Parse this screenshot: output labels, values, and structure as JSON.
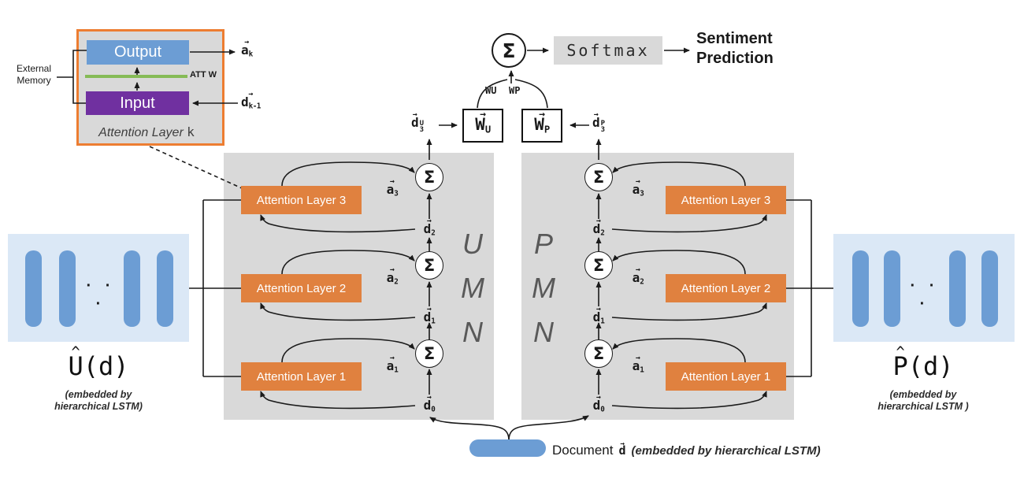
{
  "icons": {
    "sigma": "Σ",
    "vec_arrow": "→",
    "hat": "^",
    "dots": "· · ·"
  },
  "colors": {
    "panel_gray": "#d9d9d9",
    "attention_orange": "#e0813f",
    "memory_blue": "#6c9dd4",
    "input_purple": "#7030a0",
    "att_green": "#86bb56",
    "embed_light_blue": "#dbe8f6",
    "inset_border_orange": "#ed7d31"
  },
  "inset": {
    "external_memory_line1": "External",
    "external_memory_line2": "Memory",
    "output_label": "Output",
    "input_label": "Input",
    "att_w_label": "ATT W",
    "caption_text": "Attention Layer",
    "caption_var": "k",
    "out_vec": {
      "base": "a",
      "sub": "k"
    },
    "in_vec": {
      "base": "d",
      "sub": "k-1"
    }
  },
  "top": {
    "softmax_label": "Softmax",
    "prediction_line1": "Sentiment",
    "prediction_line2": "Prediction",
    "wu_tag": "WU",
    "wp_tag": "WP",
    "wu_box": {
      "base": "W",
      "sub": "U"
    },
    "wp_box": {
      "base": "W",
      "sub": "P"
    },
    "d3u": {
      "base": "d",
      "sub": "3",
      "sup": "U"
    },
    "d3p": {
      "base": "d",
      "sub": "3",
      "sup": "P"
    }
  },
  "umn": {
    "letters": {
      "l1": "U",
      "l2": "M",
      "l3": "N"
    },
    "layers": [
      {
        "label": "Attention Layer 3",
        "a": {
          "base": "a",
          "sub": "3"
        },
        "d": {
          "base": "d",
          "sub": "2"
        }
      },
      {
        "label": "Attention Layer 2",
        "a": {
          "base": "a",
          "sub": "2"
        },
        "d": {
          "base": "d",
          "sub": "1"
        }
      },
      {
        "label": "Attention Layer 1",
        "a": {
          "base": "a",
          "sub": "1"
        },
        "d": {
          "base": "d",
          "sub": "0"
        }
      }
    ]
  },
  "pmn": {
    "letters": {
      "l1": "P",
      "l2": "M",
      "l3": "N"
    },
    "layers": [
      {
        "label": "Attention Layer 3",
        "a": {
          "base": "a",
          "sub": "3"
        },
        "d": {
          "base": "d",
          "sub": "2"
        }
      },
      {
        "label": "Attention Layer 2",
        "a": {
          "base": "a",
          "sub": "2"
        },
        "d": {
          "base": "d",
          "sub": "1"
        }
      },
      {
        "label": "Attention Layer 1",
        "a": {
          "base": "a",
          "sub": "1"
        },
        "d": {
          "base": "d",
          "sub": "0"
        }
      }
    ]
  },
  "embed_left": {
    "symbol_base": "U",
    "symbol_paren": "(d)",
    "caption_line1": "(embedded by",
    "caption_line2": "hierarchical LSTM)"
  },
  "embed_right": {
    "symbol_base": "P",
    "symbol_paren": "(d)",
    "caption_line1": "(embedded by",
    "caption_line2": "hierarchical LSTM )"
  },
  "document": {
    "label": "Document",
    "vec_base": "d",
    "caption": "(embedded by hierarchical LSTM)"
  }
}
